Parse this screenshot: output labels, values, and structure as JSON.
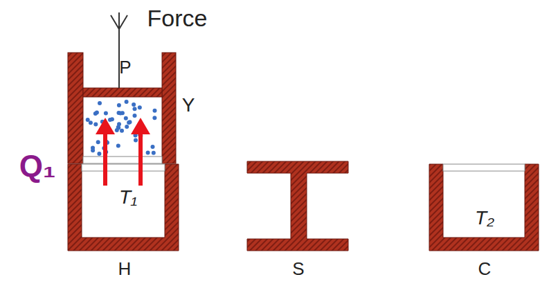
{
  "diagram": {
    "nodes": [
      {
        "text": [
          "T₁",
          "H"
        ]
      },
      {
        "text": [
          "T₂",
          "C"
        ]
      }
    ],
    "labels": [
      "Force",
      "P",
      "Y",
      "Q₁",
      "S"
    ]
  }
}
